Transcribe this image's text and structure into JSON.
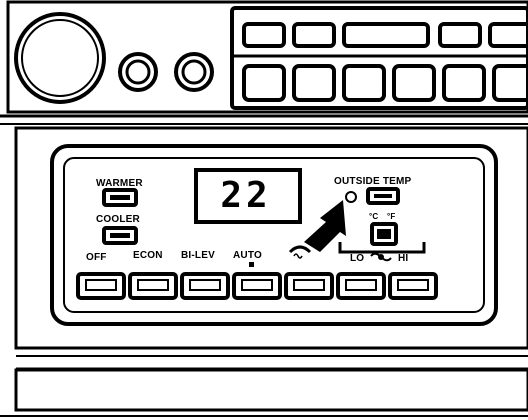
{
  "panel": {
    "left_labels": {
      "warmer": "WARMER",
      "cooler": "COOLER"
    },
    "display": {
      "temperature": "22"
    },
    "outside_temp_label": "OUTSIDE TEMP",
    "unit_labels": {
      "celsius": "°C",
      "fahrenheit": "°F"
    },
    "fan": {
      "lo": "LO",
      "hi": "HI"
    },
    "mode_buttons": [
      {
        "label": "OFF"
      },
      {
        "label": "ECON"
      },
      {
        "label": "BI-LEV"
      },
      {
        "label": "AUTO"
      },
      {
        "label": ""
      },
      {
        "label": ""
      },
      {
        "label": ""
      }
    ]
  },
  "icons": {
    "upper_knob_large": "knob",
    "upper_knob_small_1": "knob",
    "upper_knob_small_2": "knob",
    "defrost": "defrost-icon",
    "fan": "fan-icon",
    "pointer_arrow": "arrow-icon",
    "outside_temp_sensor": "circle-indicator"
  }
}
